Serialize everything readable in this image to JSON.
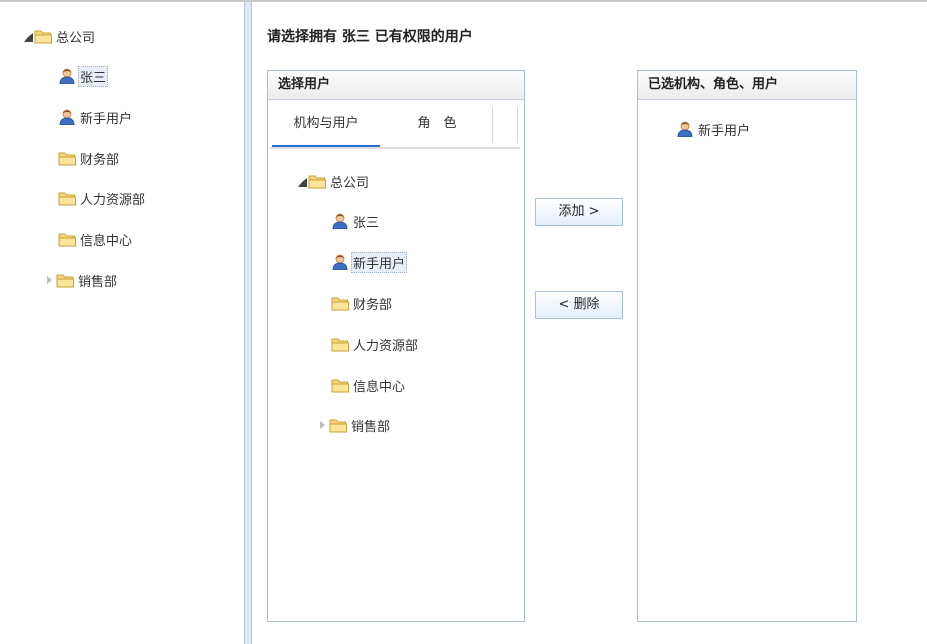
{
  "left_tree": {
    "root": "总公司",
    "children": [
      "张三",
      "新手用户",
      "财务部",
      "人力资源部",
      "信息中心",
      "销售部"
    ]
  },
  "main": {
    "prompt": "请选择拥有 张三 已有权限的用户",
    "select_panel": {
      "title": "选择用户",
      "tabs": [
        "机构与用户",
        "角　色"
      ],
      "tree": {
        "root": "总公司",
        "children": [
          "张三",
          "新手用户",
          "财务部",
          "人力资源部",
          "信息中心",
          "销售部"
        ]
      }
    },
    "buttons": {
      "add": "添加 >",
      "delete": "< 删除"
    },
    "selected_panel": {
      "title": "已选机构、角色、用户",
      "items": [
        "新手用户"
      ]
    }
  },
  "colors": {
    "accent": "#2a6fd1",
    "panel_border": "#a9bfd6",
    "splitter": "#dfe8f3"
  }
}
